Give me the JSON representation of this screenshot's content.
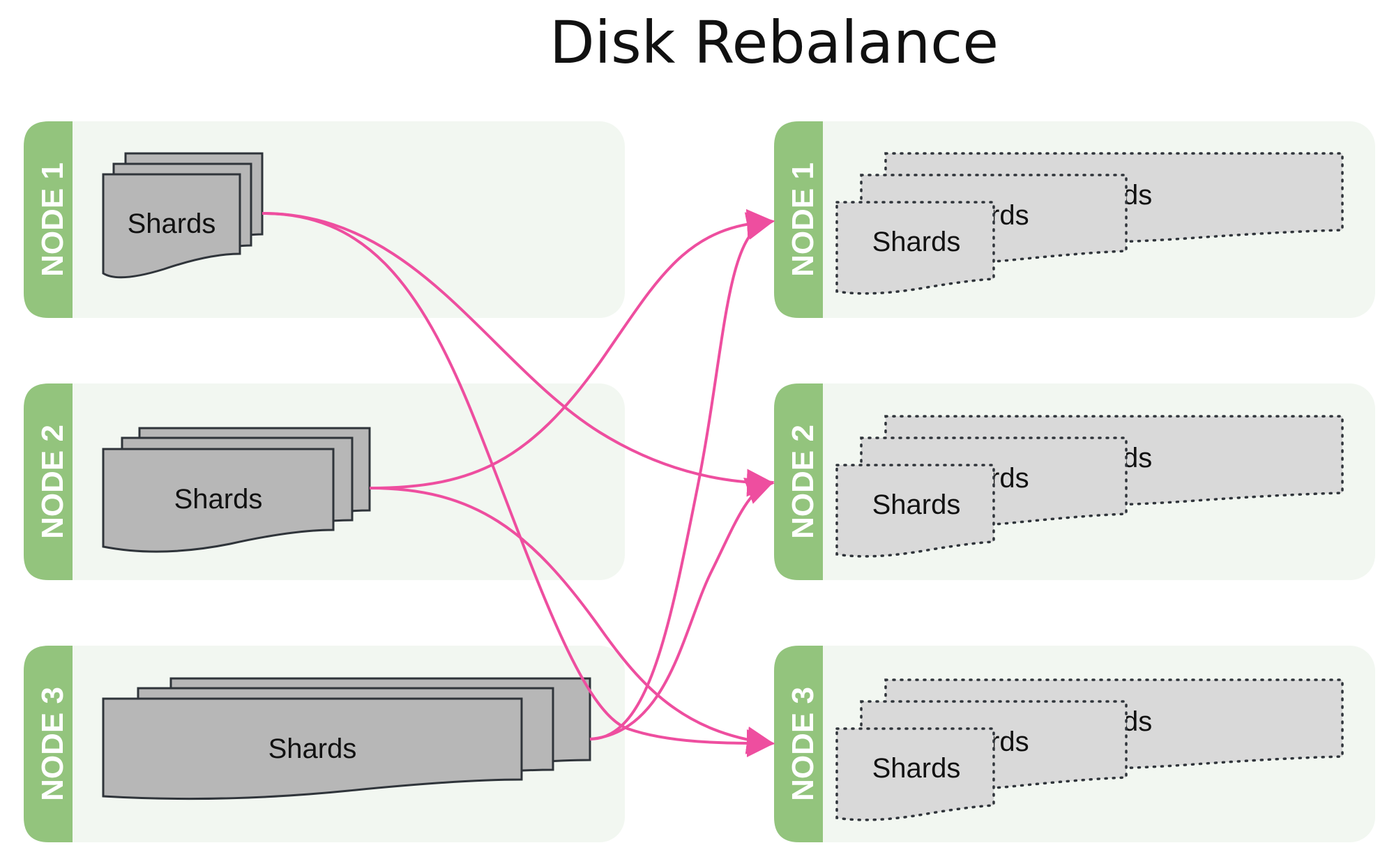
{
  "title": "Disk Rebalance",
  "colors": {
    "panel_bg": "#f2f7f1",
    "node_tab": "#93c47d",
    "shard_fill": "#b7b7b7",
    "shard_stroke": "#2f343a",
    "dotted_fill": "#d9d9d9",
    "arrow": "#ee4e9f"
  },
  "source_nodes": [
    {
      "label": "NODE 1",
      "shard_label": "Shards"
    },
    {
      "label": "NODE 2",
      "shard_label": "Shards"
    },
    {
      "label": "NODE 3",
      "shard_label": "Shards"
    }
  ],
  "target_nodes": [
    {
      "label": "NODE 1",
      "shard_labels": [
        "ds",
        "rds",
        "Shards"
      ]
    },
    {
      "label": "NODE 2",
      "shard_labels": [
        "ds",
        "rds",
        "Shards"
      ]
    },
    {
      "label": "NODE 3",
      "shard_labels": [
        "ds",
        "rds",
        "Shards"
      ]
    }
  ],
  "edges": [
    {
      "from": "source-node-1",
      "to": "target-node-2"
    },
    {
      "from": "source-node-1",
      "to": "target-node-3"
    },
    {
      "from": "source-node-2",
      "to": "target-node-1"
    },
    {
      "from": "source-node-2",
      "to": "target-node-3"
    },
    {
      "from": "source-node-3",
      "to": "target-node-1"
    },
    {
      "from": "source-node-3",
      "to": "target-node-2"
    }
  ]
}
